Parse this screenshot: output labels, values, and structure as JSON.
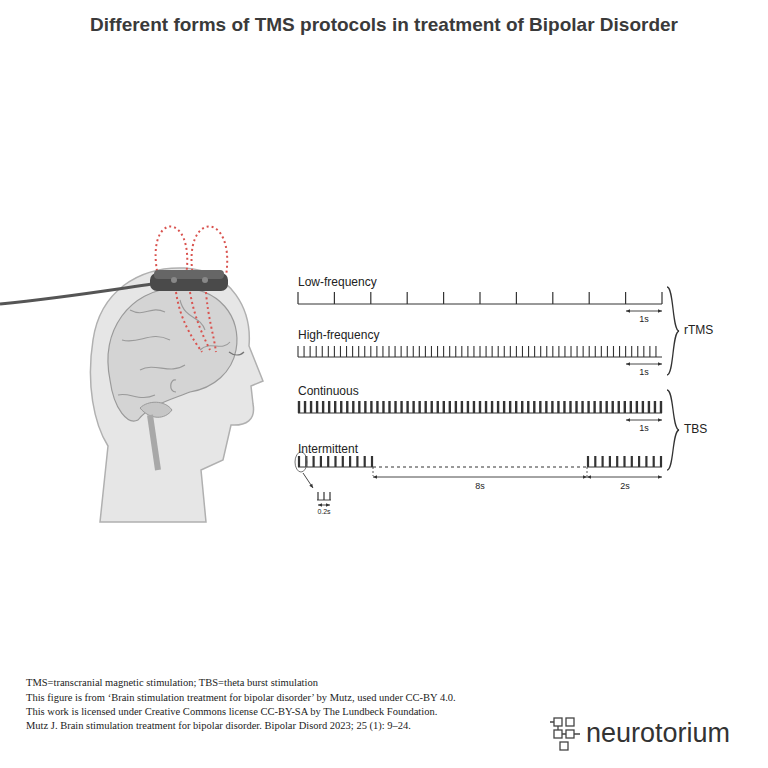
{
  "diagram": {
    "title": "Different forms of TMS protocols in treatment of Bipolar Disorder",
    "caption": "TMS=transcranial magnetic stimulation; TBS=theta burst stimulation",
    "labels": [
      "Low-frequency",
      "1s",
      "High-frequency",
      "1s",
      "rTMS",
      "Continuous",
      "1s",
      "TBS",
      "Intermittent",
      "8s",
      "2s",
      "0.2s",
      "This figure is from ‘Brain stimulation treatment for bipolar disorder’ by Mutz, used under CC-BY 4.0.",
      "This work is licensed under Creative Commons license CC-BY-SA by The Lundbeck Foundation.",
      "Mutz J. Brain stimulation treatment for bipolar disorder. Bipolar Disord 2023; 25 (1): 9–24.",
      "neurotorium"
    ]
  }
}
